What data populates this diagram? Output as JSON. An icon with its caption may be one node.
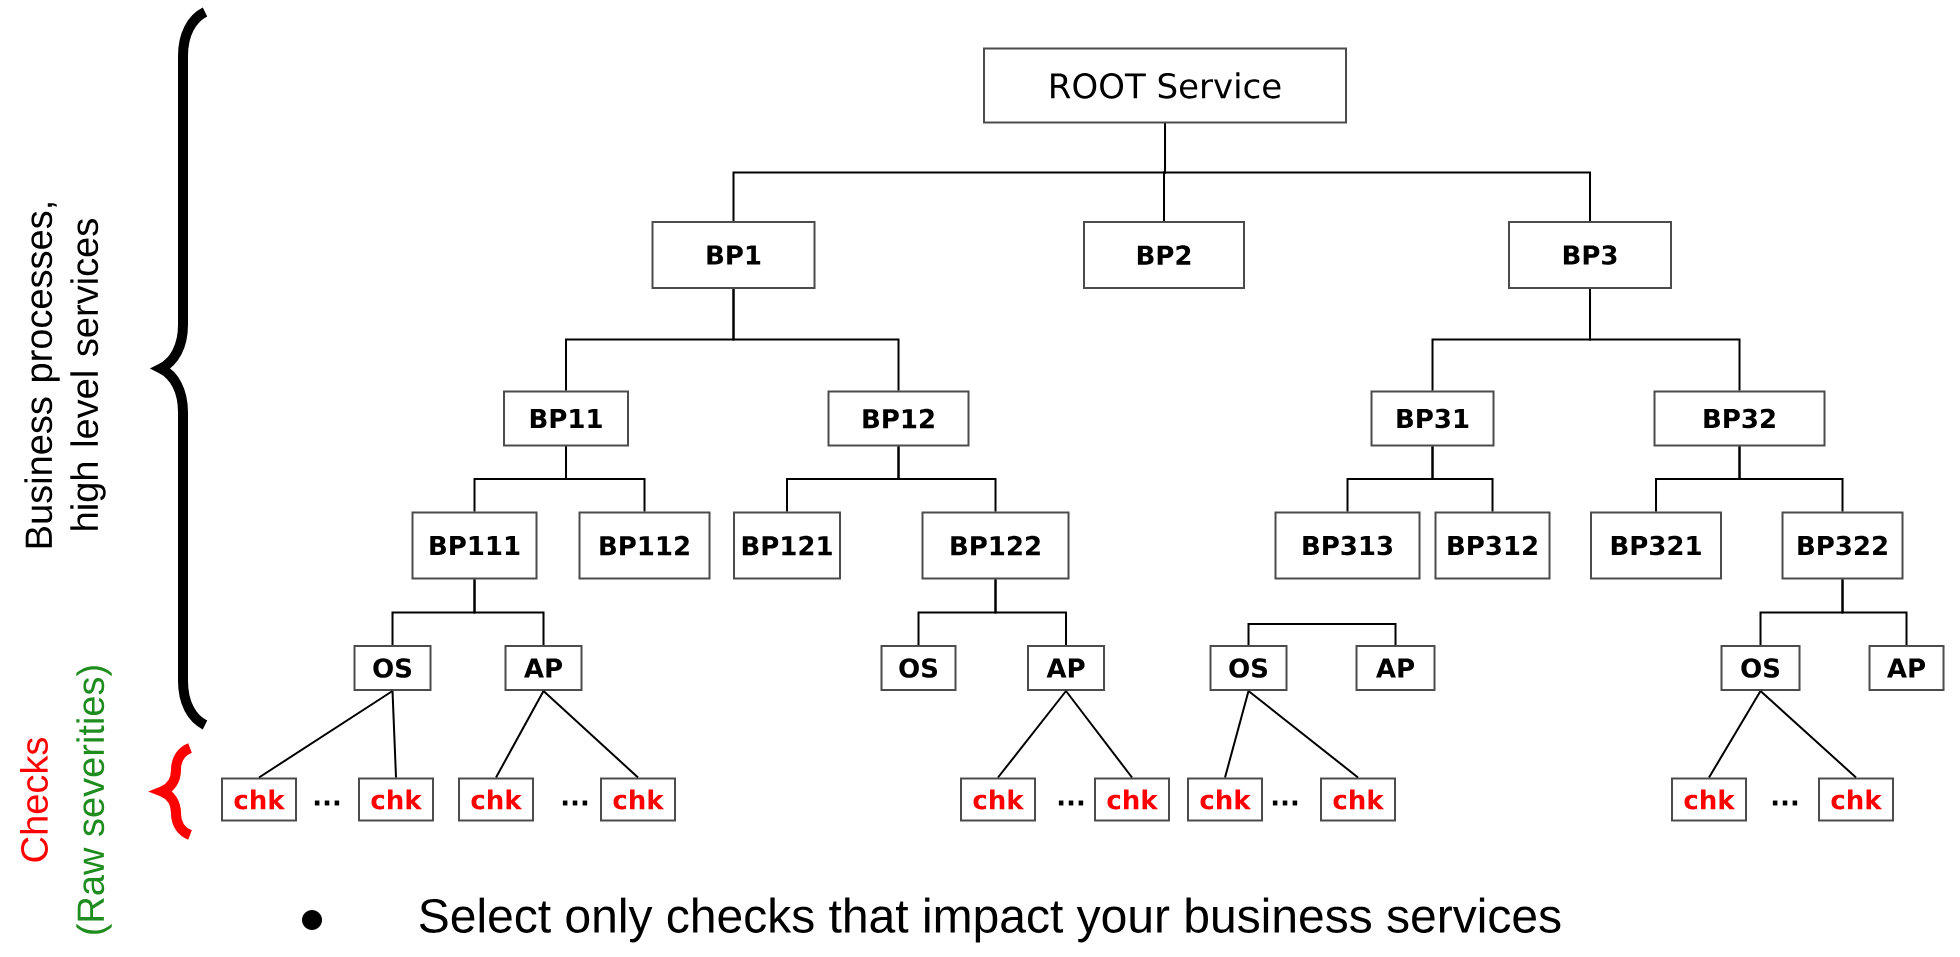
{
  "diagram": {
    "nodes": [
      {
        "text": [
          "ROOT Service"
        ]
      },
      {
        "text": [
          "BP1"
        ]
      },
      {
        "text": [
          "BP2"
        ]
      },
      {
        "text": [
          "BP3"
        ]
      },
      {
        "text": [
          "BP11"
        ]
      },
      {
        "text": [
          "BP12"
        ]
      },
      {
        "text": [
          "BP31"
        ]
      },
      {
        "text": [
          "BP32"
        ]
      },
      {
        "text": [
          "BP111"
        ]
      },
      {
        "text": [
          "BP112"
        ]
      },
      {
        "text": [
          "BP121"
        ]
      },
      {
        "text": [
          "BP122"
        ]
      },
      {
        "text": [
          "BP313"
        ]
      },
      {
        "text": [
          "BP312"
        ]
      },
      {
        "text": [
          "BP321"
        ]
      },
      {
        "text": [
          "BP322"
        ]
      },
      {
        "text": [
          "OS"
        ]
      },
      {
        "text": [
          "AP"
        ]
      },
      {
        "text": [
          "OS"
        ]
      },
      {
        "text": [
          "AP"
        ]
      },
      {
        "text": [
          "OS"
        ]
      },
      {
        "text": [
          "AP"
        ]
      },
      {
        "text": [
          "OS"
        ]
      },
      {
        "text": [
          "AP"
        ]
      },
      {
        "text": [
          "chk"
        ]
      },
      {
        "text": [
          "chk"
        ]
      },
      {
        "text": [
          "chk"
        ]
      },
      {
        "text": [
          "chk"
        ]
      },
      {
        "text": [
          "chk"
        ]
      },
      {
        "text": [
          "chk"
        ]
      },
      {
        "text": [
          "chk"
        ]
      },
      {
        "text": [
          "chk"
        ]
      },
      {
        "text": [
          "chk"
        ]
      },
      {
        "text": [
          "chk"
        ]
      }
    ],
    "edges": [
      {
        "from": 0,
        "to": 1,
        "arrow": "none"
      },
      {
        "from": 0,
        "to": 2,
        "arrow": "none"
      },
      {
        "from": 0,
        "to": 3,
        "arrow": "none"
      },
      {
        "from": 1,
        "to": 4,
        "arrow": "none"
      },
      {
        "from": 1,
        "to": 5,
        "arrow": "none"
      },
      {
        "from": 3,
        "to": 6,
        "arrow": "none"
      },
      {
        "from": 3,
        "to": 7,
        "arrow": "none"
      },
      {
        "from": 4,
        "to": 8,
        "arrow": "none"
      },
      {
        "from": 4,
        "to": 9,
        "arrow": "none"
      },
      {
        "from": 5,
        "to": 10,
        "arrow": "none"
      },
      {
        "from": 5,
        "to": 11,
        "arrow": "none"
      },
      {
        "from": 6,
        "to": 12,
        "arrow": "none"
      },
      {
        "from": 6,
        "to": 13,
        "arrow": "none"
      },
      {
        "from": 7,
        "to": 14,
        "arrow": "none"
      },
      {
        "from": 7,
        "to": 15,
        "arrow": "none"
      },
      {
        "from": 8,
        "to": 16,
        "arrow": "none"
      },
      {
        "from": 8,
        "to": 17,
        "arrow": "none"
      },
      {
        "from": 11,
        "to": 18,
        "arrow": "none"
      },
      {
        "from": 11,
        "to": 19,
        "arrow": "none"
      },
      {
        "from": 20,
        "to": 21,
        "arrow": "none"
      },
      {
        "from": 15,
        "to": 22,
        "arrow": "none"
      },
      {
        "from": 15,
        "to": 23,
        "arrow": "none"
      },
      {
        "from": 16,
        "to": 24,
        "arrow": "none"
      },
      {
        "from": 16,
        "to": 25,
        "arrow": "none"
      },
      {
        "from": 17,
        "to": 26,
        "arrow": "none"
      },
      {
        "from": 17,
        "to": 27,
        "arrow": "none"
      },
      {
        "from": 19,
        "to": 28,
        "arrow": "none"
      },
      {
        "from": 19,
        "to": 29,
        "arrow": "none"
      },
      {
        "from": 20,
        "to": 30,
        "arrow": "none"
      },
      {
        "from": 20,
        "to": 31,
        "arrow": "none"
      },
      {
        "from": 22,
        "to": 32,
        "arrow": "none"
      },
      {
        "from": 22,
        "to": 33,
        "arrow": "none"
      }
    ],
    "labels": [
      "Business processes, high level services",
      "...",
      "...",
      "...",
      "...",
      "...",
      "Checks",
      "(Raw severities)",
      "Select only checks that impact your business services"
    ]
  }
}
